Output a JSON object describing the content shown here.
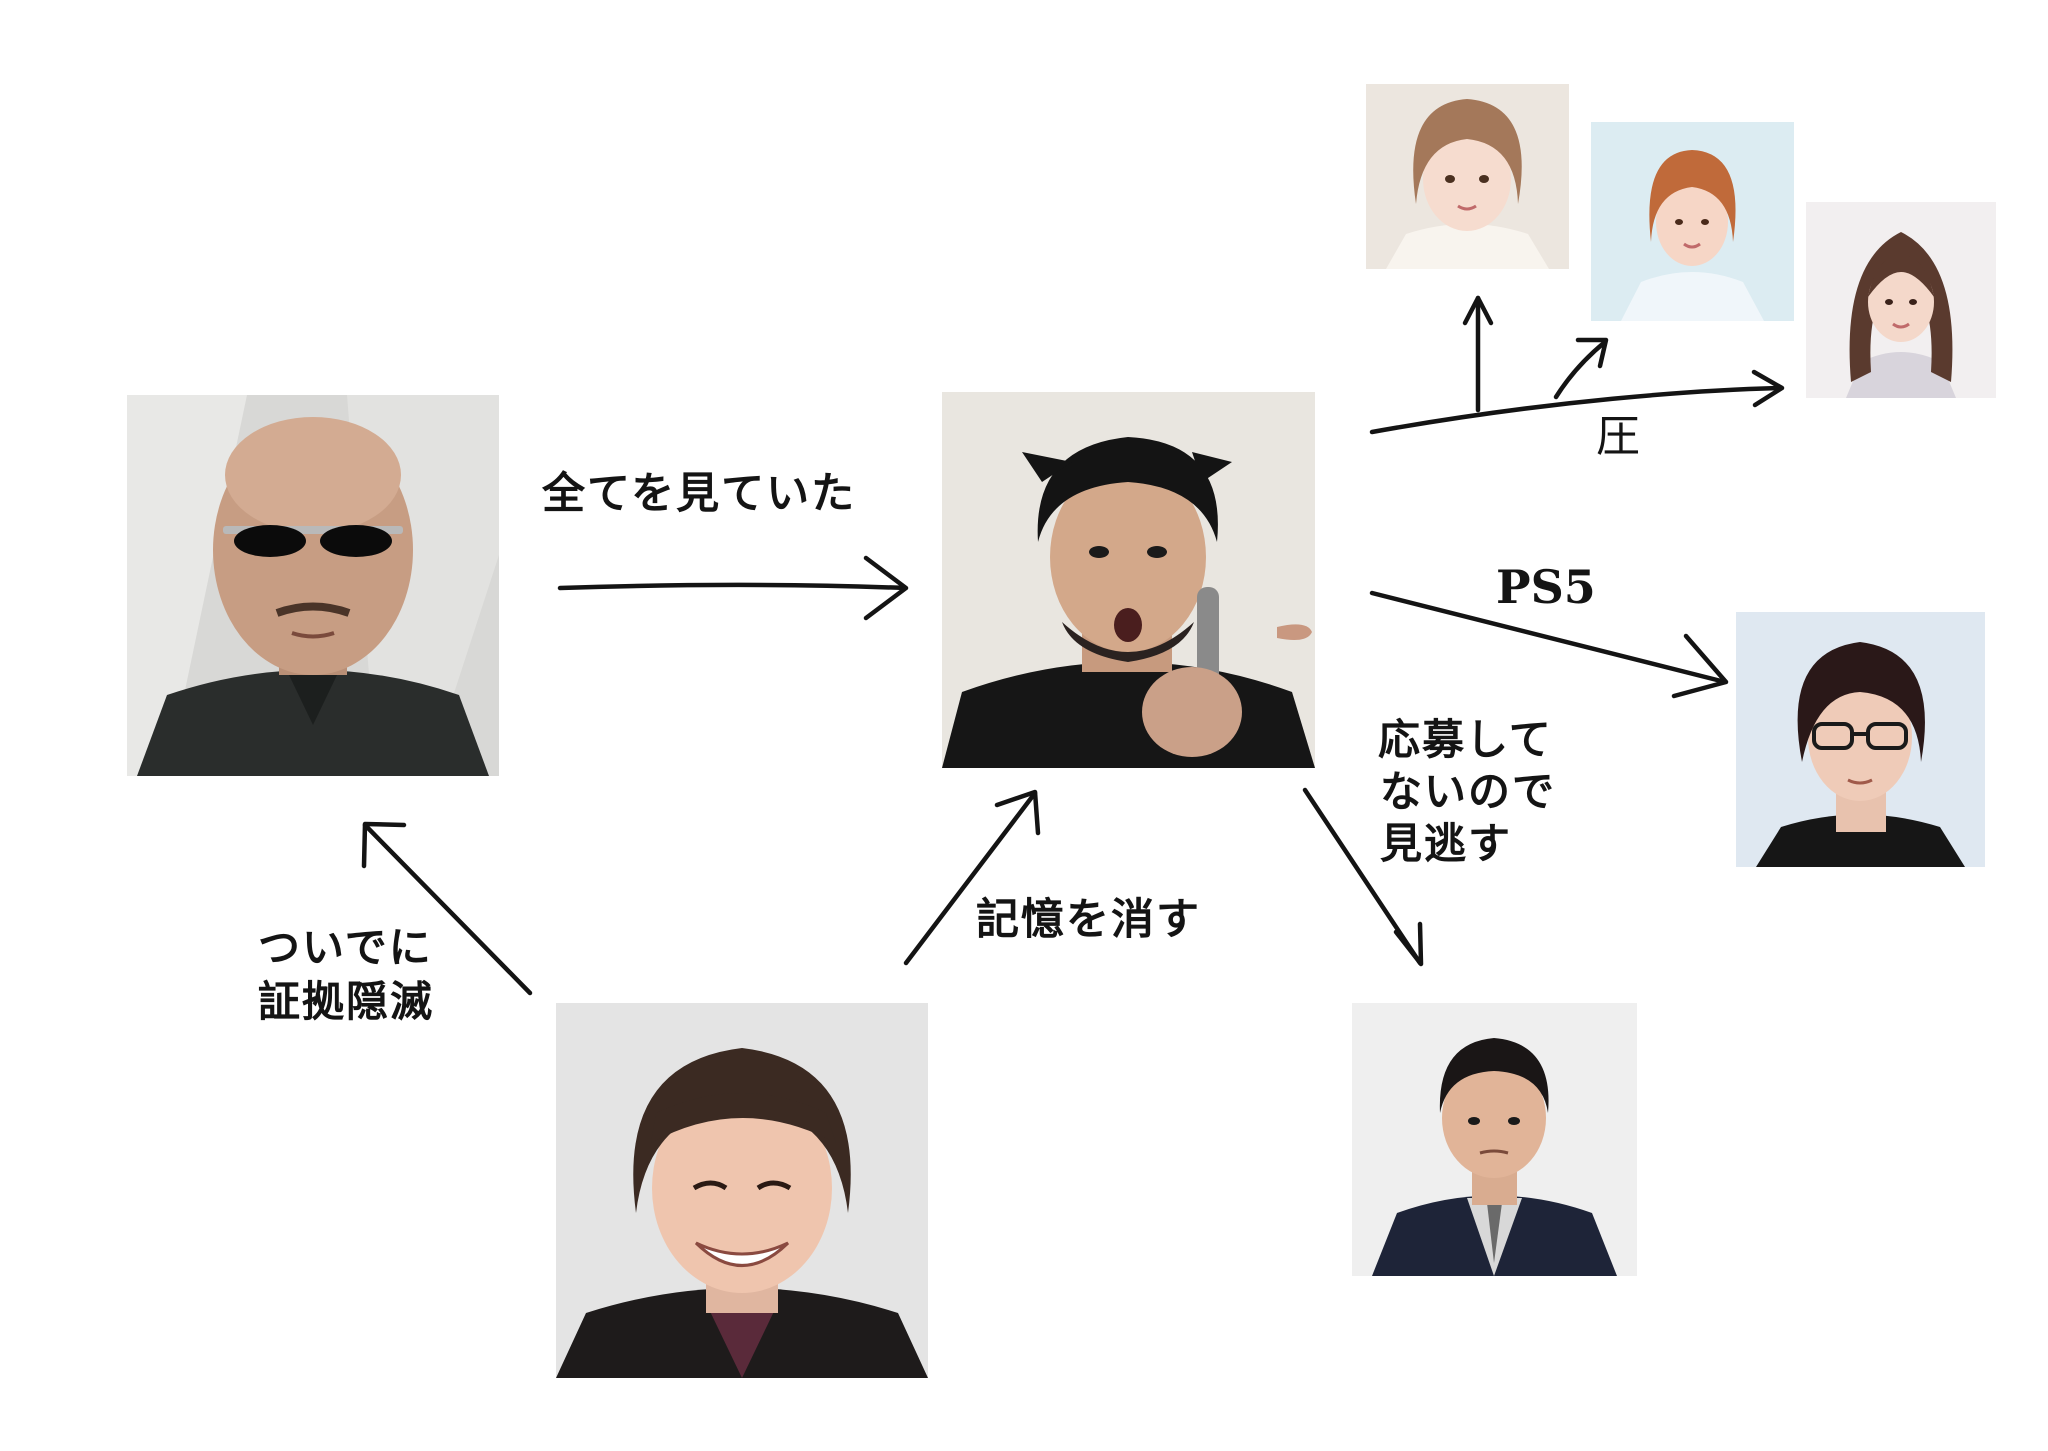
{
  "labels": {
    "saw_everything": "全てを見ていた",
    "pressure": "圧",
    "ps5": "PS5",
    "not_applied_1": "応募して",
    "not_applied_2": "ないので",
    "not_applied_3": "見逃す",
    "erase_memory": "記憶を消す",
    "destroy_1": "ついでに",
    "destroy_2": "証拠隠滅"
  },
  "colors": {
    "ink": "#141414",
    "background": "#ffffff"
  }
}
